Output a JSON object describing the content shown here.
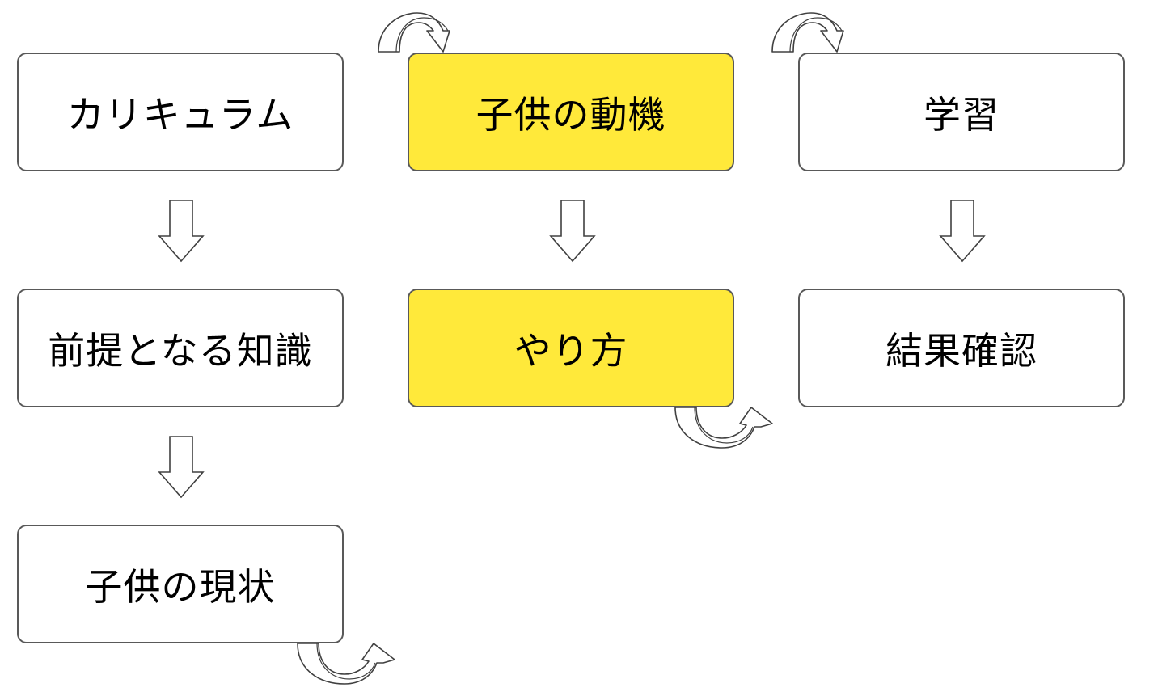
{
  "boxes": {
    "curriculum": "カリキュラム",
    "prerequisite_knowledge": "前提となる知識",
    "child_current_state": "子供の現状",
    "child_motivation": "子供の動機",
    "method": "やり方",
    "learning": "学習",
    "result_check": "結果確認"
  },
  "colors": {
    "highlight": "#ffe93a",
    "border": "#595959",
    "background": "#ffffff"
  },
  "icons": {
    "down_arrow": "hollow-down-arrow",
    "curved_arrow": "hollow-curved-arrow"
  }
}
